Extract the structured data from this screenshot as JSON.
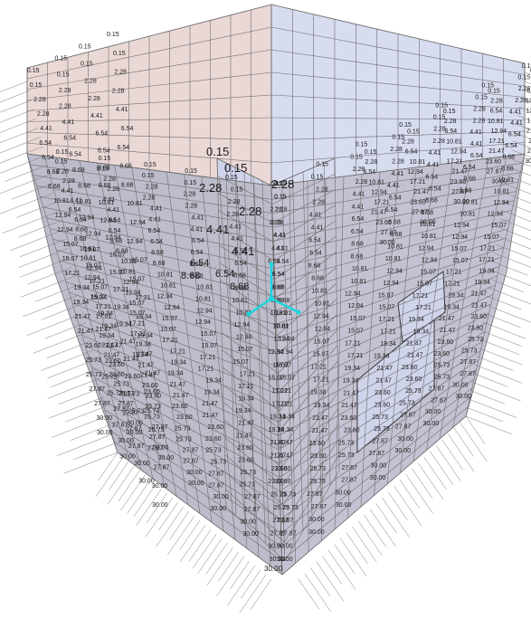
{
  "viewer": {
    "load_labels_large": [
      "0.15",
      "0.15",
      "2.28",
      "2.28",
      "2.28",
      "4.41",
      "4.41",
      "6.54",
      "6.54",
      "8.68",
      "8.68"
    ],
    "load_labels_small": [
      "0.15",
      "2.28",
      "4.41",
      "6.54",
      "8.68",
      "10.81",
      "12.94",
      "15.07",
      "17.21",
      "19.34",
      "21.47",
      "23.60",
      "25.73",
      "27.87",
      "30.00"
    ],
    "base_label": "30.00",
    "colors": {
      "wall_left": "#ead8d6",
      "wall_right": "#d7dcef",
      "interior_wall": "#cfd4ea",
      "mesh_line": "#6e6e6e",
      "axis_triad": "#19d6e0",
      "label": "#1a1a1a"
    },
    "icons": [
      "axis-triad-icon"
    ]
  }
}
